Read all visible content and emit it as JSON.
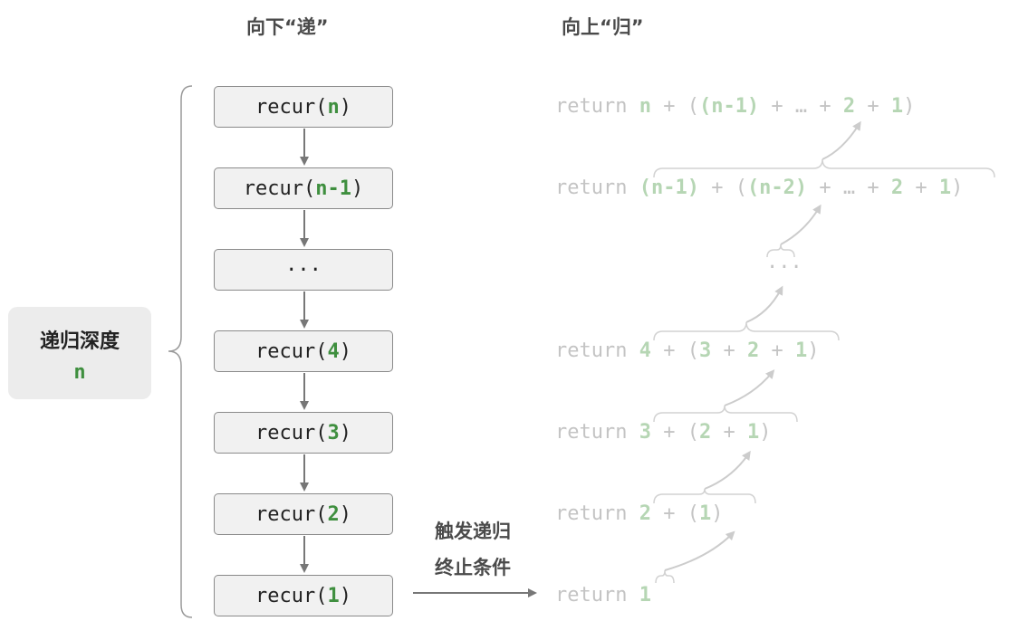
{
  "headings": {
    "down": "向下“递”",
    "up": "向上“归”"
  },
  "depth": {
    "label": "递归深度",
    "value": "n"
  },
  "calls": [
    {
      "fn": "recur(",
      "arg": "n",
      "close": ")"
    },
    {
      "fn": "recur(",
      "arg": "n-1",
      "close": ")"
    },
    {
      "fn": "",
      "arg": "",
      "close": "",
      "text": "···"
    },
    {
      "fn": "recur(",
      "arg": "4",
      "close": ")"
    },
    {
      "fn": "recur(",
      "arg": "3",
      "close": ")"
    },
    {
      "fn": "recur(",
      "arg": "2",
      "close": ")"
    },
    {
      "fn": "recur(",
      "arg": "1",
      "close": ")"
    }
  ],
  "returns": {
    "r0": {
      "kw": "return ",
      "a": "n",
      "b": " + (",
      "c": "(n-1)",
      "d": " + … + ",
      "e": "2",
      "f": " + ",
      "g": "1",
      "h": ")"
    },
    "r1": {
      "kw": "return ",
      "a": "(n-1)",
      "b": " + (",
      "c": "(n-2)",
      "d": " + … + ",
      "e": "2",
      "f": " + ",
      "g": "1",
      "h": ")"
    },
    "r2": {
      "text": "···"
    },
    "r3": {
      "kw": "return ",
      "a": "4",
      "b": " + (",
      "c": "3",
      "d": " + ",
      "e": "2",
      "f": " + ",
      "g": "1",
      "h": ")"
    },
    "r4": {
      "kw": "return ",
      "a": "3",
      "b": " + (",
      "c": "2",
      "d": " + ",
      "e": "1",
      "h": ")"
    },
    "r5": {
      "kw": "return ",
      "a": "2",
      "b": " + (",
      "c": "1",
      "h": ")"
    },
    "r6": {
      "kw": "return ",
      "a": "1"
    }
  },
  "trigger": {
    "line1": "触发递归",
    "line2": "终止条件"
  },
  "colors": {
    "green": "#3f8f3f",
    "faded_green": "#b6d6b4",
    "faded_gray": "#c4c4c4",
    "arrow": "#777777"
  }
}
